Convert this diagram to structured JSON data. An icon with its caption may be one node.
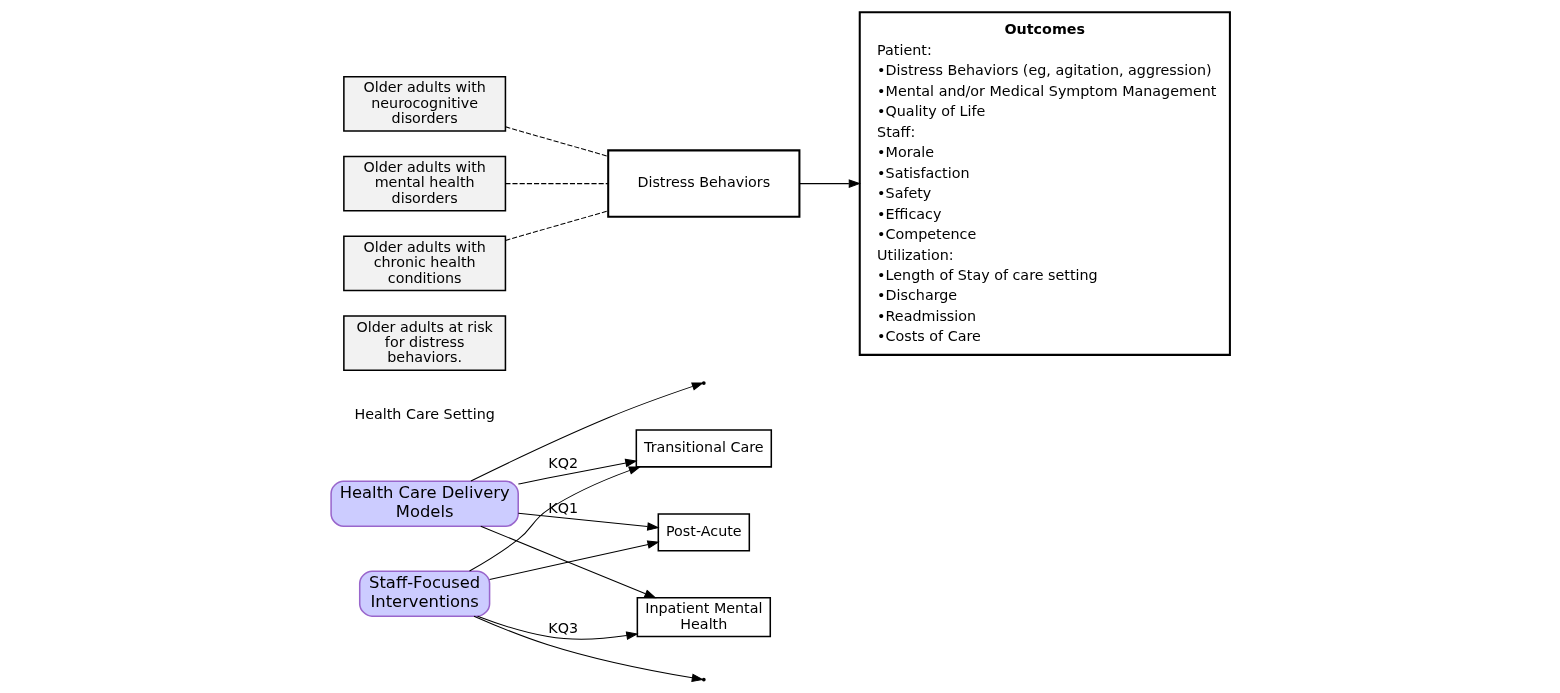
{
  "diagram": {
    "nodes": [
      {
        "text": [
          "Post-Acute"
        ]
      },
      {
        "text": [
          "Transitional Care"
        ]
      },
      {
        "text": [
          "Inpatient Mental Health"
        ]
      },
      {
        "text": [
          "Older adults at risk for distress behaviors."
        ]
      },
      {
        "text": [
          "Older adults with neurocognitive disorders"
        ]
      },
      {
        "text": [
          "Older adults with mental health disorders"
        ]
      },
      {
        "text": [
          "Older adults with chronic health conditions"
        ]
      },
      {
        "text": [
          "Distress Behaviors"
        ]
      },
      {
        "text": [
          "Health Care Delivery Models"
        ]
      },
      {
        "text": [
          "Staff-Focused Interventions"
        ]
      },
      {
        "text": [
          "Outcomes",
          "Patient:",
          "•Distress Behaviors (eg, agitation, aggression)",
          "•Mental and/or Medical Symptom Management",
          "•Quality of Life",
          "Staff:",
          "•Morale",
          "•Satisfaction",
          "•Safety",
          "•Efficacy",
          "•Competence",
          "Utilization:",
          "•Length of Stay of care setting",
          "•Discharge",
          "•Readmission",
          "•Costs of Care"
        ]
      }
    ],
    "edges": [
      {
        "from": 4,
        "to": 7,
        "arrow": "none",
        "style": "dashed"
      },
      {
        "from": 5,
        "to": 7,
        "arrow": "none",
        "style": "dashed"
      },
      {
        "from": 6,
        "to": 7,
        "arrow": "none",
        "style": "dashed"
      },
      {
        "from": 7,
        "to": 10,
        "arrow": "to"
      },
      {
        "from": 8,
        "to": null,
        "arrow": "to"
      },
      {
        "from": 9,
        "to": null,
        "arrow": "to"
      },
      {
        "from": 8,
        "to": 0,
        "arrow": "to",
        "label": "KQ1"
      },
      {
        "from": 9,
        "to": 0,
        "arrow": "to"
      },
      {
        "from": 8,
        "to": 1,
        "arrow": "to",
        "label": "KQ2"
      },
      {
        "from": 9,
        "to": 1,
        "arrow": "to"
      },
      {
        "from": 8,
        "to": 2,
        "arrow": "to"
      },
      {
        "from": 9,
        "to": 2,
        "arrow": "to",
        "label": "KQ3"
      }
    ],
    "labels": [
      "Health Care Setting"
    ]
  }
}
